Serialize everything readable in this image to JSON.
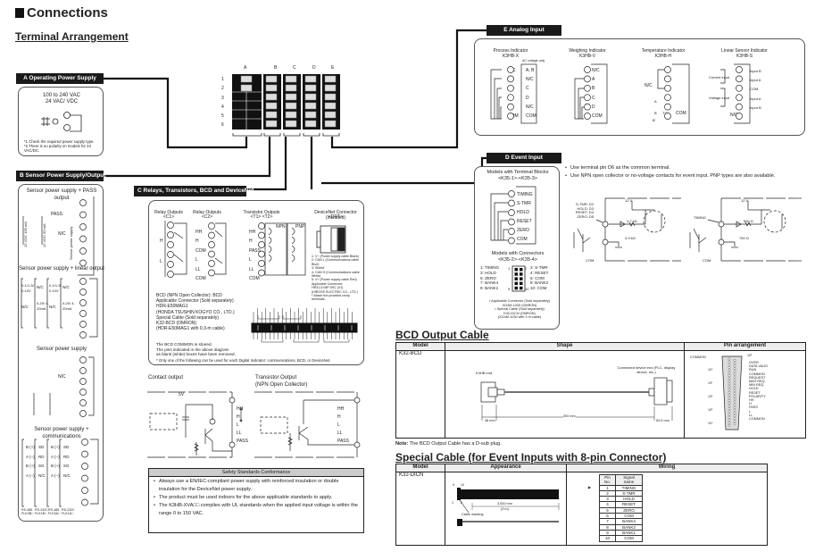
{
  "page": {
    "title": "Connections",
    "section_title": "Terminal Arrangement"
  },
  "terminal_block": {
    "columns": [
      "A",
      "B",
      "C",
      "D",
      "E"
    ],
    "rows": [
      "1",
      "2",
      "3",
      "4",
      "5",
      "6"
    ]
  },
  "power_supply": {
    "header": "A Operating Power Supply",
    "voltage_1": "100 to 240 VAC",
    "voltage_2": "24 VAC/ VDC",
    "note_1": "*1 Check the required power supply type.",
    "note_2": "*2 There is no polarity on models for 24 VAC/DC."
  },
  "sensor_supply": {
    "header": "B Sensor Power Supply/Output",
    "group_1_title": "Sensor power supply + PASS output",
    "group_1_labels": [
      "PASS",
      "N/C",
      "+",
      "−"
    ],
    "group_1_side": "Sensor power supply",
    "group_1_models": [
      "12 VDC 100 mA",
      "12 VDC 60 mA"
    ],
    "group_1_codes": [
      "□□□-CPA□",
      "□□□-CPA□"
    ],
    "group_2_title": "Sensor power supply + linear output",
    "group_2_cols": [
      {
        "top": "0-1/1-5/ 0-10V",
        "bottom": "N/C",
        "model": "12 VDC 100 mA",
        "code": "L2B□"
      },
      {
        "top": "N/C",
        "bottom": "0-20/ 4-20mA",
        "model": "12 VDC 100 mA",
        "code": "L1B□"
      },
      {
        "top": "0-1/1-5/ 0-10V",
        "bottom": "N/C",
        "model": "12 VDC 60 mA",
        "code": "L2A□"
      },
      {
        "top": "N/C",
        "bottom": "0-20/ 4-20mA",
        "model": "12 VDC 60 mA",
        "code": "L1A□"
      }
    ],
    "group_3_title": "Sensor power supply",
    "group_3_labels": [
      "N/C"
    ],
    "group_4_title": "Sensor power supply + communications",
    "group_4_cols": [
      {
        "labels": [
          "B (+)",
          "A (−)",
          "B (+)",
          "A (−)"
        ],
        "model": "12 VDC 100 mA",
        "code": "RS-485 FLK3B□"
      },
      {
        "labels": [
          "SD",
          "RD",
          "SG",
          "N/C"
        ],
        "model": "12 VDC 100 mA",
        "code": "RS-232C FLK1B□"
      },
      {
        "labels": [
          "B (+)",
          "A (−)",
          "B (+)",
          "A (−)"
        ],
        "model": "12 VDC 60 mA",
        "code": "RS-485 FLK3A□"
      },
      {
        "labels": [
          "SD",
          "RD",
          "SG",
          "N/C"
        ],
        "model": "12 VDC 60 mA",
        "code": "RS-232C FLK1A□"
      }
    ]
  },
  "relays": {
    "header": "C Relays, Transistors, BCD and DeviceNet",
    "relay_c1": {
      "title": "Relay Outputs",
      "code": "<C1>",
      "labels": [
        "H",
        "L"
      ]
    },
    "relay_c2": {
      "title": "Relay Outputs",
      "code": "<C2>",
      "labels": [
        "HH",
        "H",
        "COM",
        "L",
        "LL",
        "COM"
      ]
    },
    "transistor": {
      "title": "Transistor Outputs",
      "code": "<T1> <T2>",
      "labels": [
        "HH",
        "H",
        "PASS",
        "L",
        "LL",
        "COM"
      ],
      "npn": "NPN",
      "pnp": "PNP"
    },
    "devicenet": {
      "title": "DeviceNet Connector (Included)",
      "code": "<DRT>",
      "notes": [
        "1: V− (Power supply cable Black)",
        "2: CAN L (Communications cable Blue)",
        "3: Shield",
        "4: CAN H (Communications cable White)",
        "5: V+ (Power supply cable Red)",
        "Applicable Connector:",
        "HR31-5.08P-5SC (01)",
        "(HIROSE ELECTRIC CO., LTD.)",
        "* Attach the provided crimp terminals."
      ]
    },
    "bcd_text": [
      "BCD (NPN Open Collector): BCD",
      "Applicable Connector (Sold separately)",
      "HDR-E50MAG1",
      "(HONDA TSUSHIN KOGYO CO., LTD.)",
      "Special Cable (Sold separately)",
      "K32-BCD (OMRON)",
      "(HDR-E50MAG1 with 0.3-m cable)"
    ],
    "bcd_common_note": [
      "The BCD COMMON is shared.",
      "The pins indicated in the above diagram",
      "as blank (white) boxes have been removed."
    ],
    "bcd_pin_labels": [
      "COMMON",
      "DATA VALID",
      "OVER",
      "RUN",
      "REQUEST",
      "MAX REQ.",
      "MIN REQ.",
      "HOLD",
      "RESET",
      "POLARITY",
      "HH",
      "H",
      "PASS",
      "L",
      "LL",
      "COMMON"
    ],
    "only_one_note": "* Only one of the following can be used for each Digital Indicator: communications, BCD, or DeviceNet."
  },
  "output_circuits": {
    "contact_title": "Contact output",
    "contact_supply": "5V",
    "transistor_title": "Transistor Output",
    "transistor_subtitle": "(NPN Open Collector)",
    "labels": [
      "HH",
      "H",
      "L",
      "LL",
      "PASS"
    ]
  },
  "safety": {
    "title": "Safety Standards Conformance",
    "items": [
      "Always use a EN/IEC-compliant power supply with reinforced insulation or double insulation for the DeviceNet power supply.",
      "The product must be used indoors for the above applicable standards to apply.",
      "The K3HB-XVA□□ complies with UL standards when the applied input voltage is within the range 0 to 150 VAC."
    ]
  },
  "analog_input": {
    "header": "E Analog Input",
    "indicators": [
      {
        "title": "Process Indicator",
        "model": "K3HB-X",
        "labels": [
          "N/C",
          "A",
          "B",
          "C",
          "D",
          "COM"
        ],
        "alt_title": "AC voltage only",
        "alt_labels": [
          "A, B",
          "N/C",
          "C",
          "D",
          "N/C",
          "COM"
        ]
      },
      {
        "title": "Weighing Indicator",
        "model": "K3HB-V",
        "labels": [
          "N/C",
          "A",
          "B",
          "C",
          "D",
          "COM"
        ]
      },
      {
        "title": "Temperature Indicator",
        "model": "K3HB-H",
        "labels": [
          "N/C",
          "COM"
        ],
        "sensor_labels": [
          "A",
          "B",
          "B'",
          "TC"
        ]
      },
      {
        "title": "Linear Sensor Indicator",
        "model": "K3HB-S",
        "labels": [
          "Input B",
          "Input A",
          "COM",
          "Input A",
          "Input B",
          "N/C"
        ],
        "groups": [
          "Current input",
          "Voltage input"
        ]
      }
    ]
  },
  "event_input": {
    "header": "D Event Input",
    "terminal_title": "Models with Terminal Blocks",
    "terminal_codes": "<K35-1>-<K35-3>",
    "terminal_labels": [
      "TIMING",
      "S-TMR",
      "HOLD",
      "RESET",
      "ZERO",
      "COM"
    ],
    "connector_title": "Models with Connectors",
    "connector_codes": "<K35-2>-<K35-4>",
    "connector_pins_left": [
      "1: TIMING",
      "3: HOLD",
      "5: ZERO",
      "7: BANK4",
      "9: BANK1"
    ],
    "connector_pins_right": [
      "2: S-TMR",
      "4: RESET",
      "6: COM",
      "8: BANK2",
      "10: COM"
    ],
    "connector_numbers": [
      "1",
      "2",
      "9",
      "10"
    ],
    "connector_notes": [
      "• Applicable Connector (Sold separately)",
      "XG4M-1030 (OMRON)",
      "• Special Cable (Sold separately)",
      "K32-DICN (OMRON)",
      "(XG4M-1030 with 3 m cable)"
    ],
    "bullets": [
      "Use terminal pin D6 as the common terminal.",
      "Use NPN open collector or no-voltage contacts for event input. PNP types are also available."
    ],
    "circuit_1": {
      "pins": [
        "S-TMR: D2",
        "HOLD: D3",
        "RESET: D4",
        "ZERO: D5"
      ],
      "supply": "12 V",
      "r1": "4.7 kΩ",
      "r2": "3.9 kΩ",
      "com": "COM"
    },
    "circuit_2": {
      "pins": [
        "TIMING"
      ],
      "supply": "12 V",
      "r1": "560 Ω",
      "r2": "750 Ω",
      "com": "COM"
    }
  },
  "bcd_cable": {
    "title": "BCD Output Cable",
    "headers": [
      "Model",
      "Shape",
      "Pin arrangement"
    ],
    "model": "K32-BCD",
    "k3hb_end": "K3HB end",
    "device_end": "Connected device end (PLC, display device, etc.)",
    "dims": [
      "38 mm",
      "300 mm",
      "50.5 mm"
    ],
    "pin_labels": [
      "COMMON",
      "OVER",
      "DATA VALID",
      "RUN",
      "COMMON",
      "REQUEST",
      "MAX REQ.",
      "MIN REQ.",
      "HOLD",
      "RESET",
      "POLARITY",
      "HH",
      "H",
      "PASS",
      "L",
      "LL",
      "COMMON"
    ],
    "pin_groups": [
      "10⁰",
      "10¹",
      "10²",
      "10³",
      "10⁴",
      "10⁵"
    ],
    "note_label": "Note:",
    "note": "The BCD Output Cable has a D-sub plug."
  },
  "special_cable": {
    "title": "Special Cable (for Event Inputs with 8-pin Connector)",
    "headers": [
      "Model",
      "Appearance",
      "Wiring"
    ],
    "model": "K32-DICN",
    "pin_marks": [
      "9",
      "10",
      "1",
      "2"
    ],
    "cable_marking": "Cable marking",
    "length": "3,000 mm",
    "length_m": "(3 m)",
    "wiring_headers": [
      "Pin No.",
      "Signal name"
    ],
    "wiring": [
      [
        "1",
        "TIMING"
      ],
      [
        "2",
        "S-TMR"
      ],
      [
        "3",
        "HOLD"
      ],
      [
        "4",
        "RESET"
      ],
      [
        "5",
        "ZERO"
      ],
      [
        "6",
        "COM"
      ],
      [
        "7",
        "BANK4"
      ],
      [
        "8",
        "BANK2"
      ],
      [
        "9",
        "BANK1"
      ],
      [
        "10",
        "COM"
      ]
    ]
  }
}
